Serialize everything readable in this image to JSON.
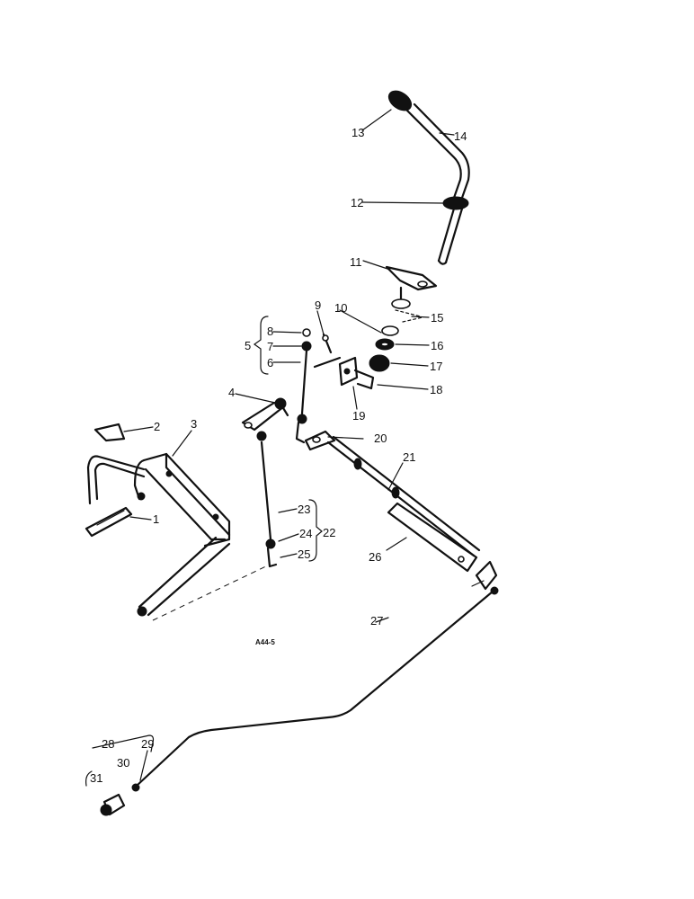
{
  "drawing_code": "A44-5",
  "labels": {
    "l1": "1",
    "l2": "2",
    "l3": "3",
    "l4": "4",
    "l5": "5",
    "l6": "6",
    "l7": "7",
    "l8": "8",
    "l9": "9",
    "l10": "10",
    "l11": "11",
    "l12": "12",
    "l13": "13",
    "l14": "14",
    "l15": "15",
    "l16": "16",
    "l17": "17",
    "l18": "18",
    "l19": "19",
    "l20": "20",
    "l21": "21",
    "l22": "22",
    "l23": "23",
    "l24": "24",
    "l25": "25",
    "l26": "26",
    "l27": "27",
    "l28": "28",
    "l29": "29",
    "l30": "30",
    "l31": "31"
  }
}
